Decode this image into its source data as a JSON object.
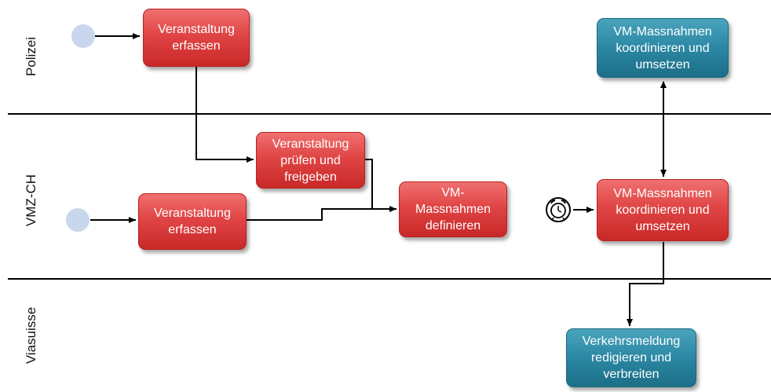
{
  "lanes": [
    {
      "id": "polizei",
      "label": "Polizei"
    },
    {
      "id": "vmz",
      "label": "VMZ-CH"
    },
    {
      "id": "viasuisse",
      "label": "Viasuisse"
    }
  ],
  "nodes": {
    "polizei_erfassen": "Veranstaltung\nerfassen",
    "polizei_koordinieren": "VM-Massnahmen\nkoordinieren und\numsetzen",
    "vmz_pruefen": "Veranstaltung\nprüfen und\nfreigeben",
    "vmz_erfassen": "Veranstaltung\nerfassen",
    "vmz_definieren": "VM-\nMassnahmen\ndefinieren",
    "vmz_koordinieren": "VM-Massnahmen\nkoordinieren und\numsetzen",
    "viasuisse_verkehrsmeldung": "Verkehrsmeldung\nredigieren und\nverbreiten"
  },
  "timer_event": "alarm-clock-icon",
  "colors": {
    "red_task": "#e04545",
    "teal_task": "#2b87a3",
    "start_event": "#c9d7ee",
    "lane_line": "#000000"
  }
}
